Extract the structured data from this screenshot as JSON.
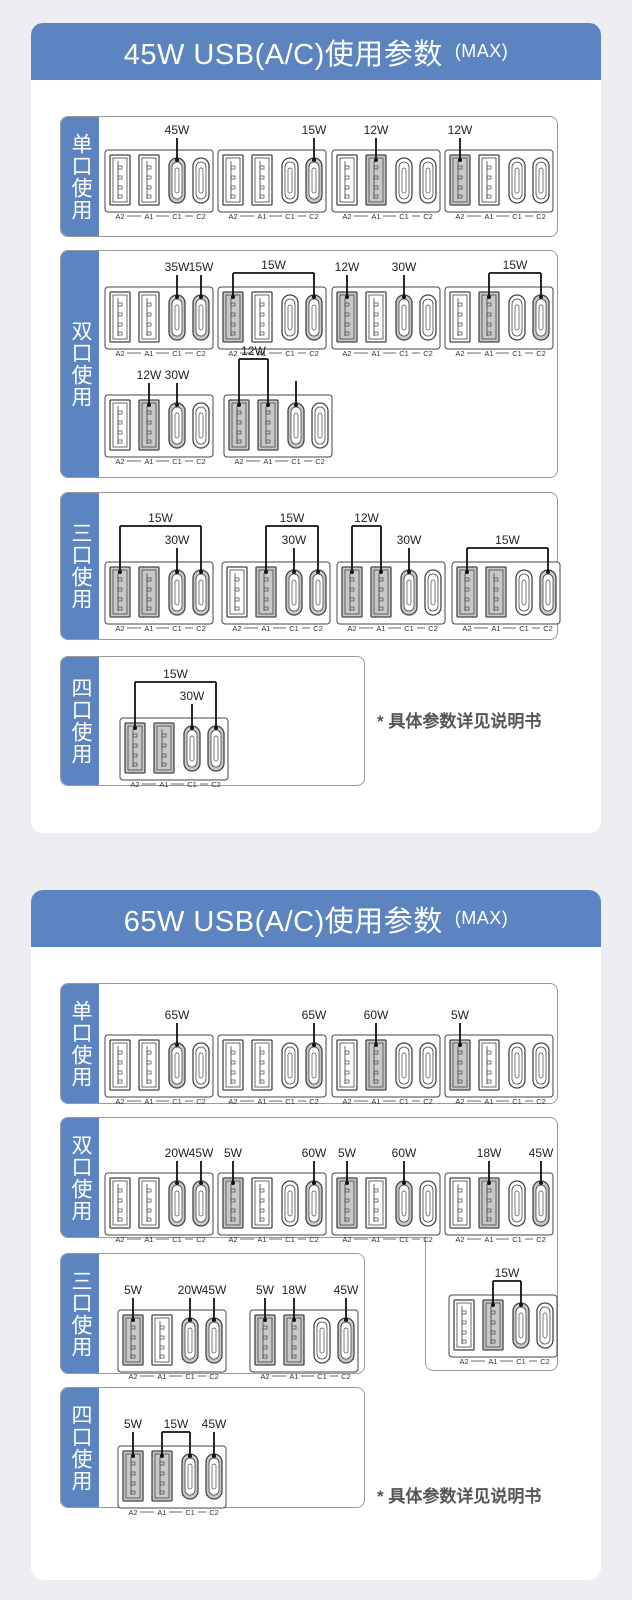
{
  "cards": [
    {
      "title": "45W USB(A/C)使用参数",
      "max": "(MAX)",
      "note": "* 具体参数详见说明书",
      "groups": [
        {
          "label": "单口使用"
        },
        {
          "label": "双口使用"
        },
        {
          "label": "三口使用"
        },
        {
          "label": "四口使用"
        }
      ]
    },
    {
      "title": "65W USB(A/C)使用参数",
      "max": "(MAX)",
      "note": "* 具体参数详见说明书",
      "groups": [
        {
          "label": "单口使用"
        },
        {
          "label": "双口使用"
        },
        {
          "label": "三口使用"
        },
        {
          "label": "四口使用"
        }
      ]
    }
  ],
  "port_labels": [
    "A2",
    "A1",
    "C1",
    "C2"
  ],
  "diagrams": [
    {
      "active": [
        "C1"
      ],
      "watts": [
        {
          "text": "45W",
          "ports": [
            "C1"
          ]
        }
      ]
    },
    {
      "active": [
        "C2"
      ],
      "watts": [
        {
          "text": "15W",
          "ports": [
            "C2"
          ]
        }
      ]
    },
    {
      "active": [
        "A1"
      ],
      "watts": [
        {
          "text": "12W",
          "ports": [
            "A1"
          ]
        }
      ]
    },
    {
      "active": [
        "A2"
      ],
      "watts": [
        {
          "text": "12W",
          "ports": [
            "A2"
          ]
        }
      ]
    },
    {
      "active": [
        "C1",
        "C2"
      ],
      "watts": [
        {
          "text": "35W",
          "ports": [
            "C1"
          ]
        },
        {
          "text": "15W",
          "ports": [
            "C2"
          ]
        }
      ]
    },
    {
      "active": [
        "A2",
        "C2"
      ],
      "watts": [
        {
          "text": "15W",
          "ports": [
            "A2",
            "C2"
          ]
        }
      ]
    },
    {
      "active": [
        "A2",
        "C1"
      ],
      "watts": [
        {
          "text": "12W",
          "ports": [
            "A2"
          ]
        },
        {
          "text": "30W",
          "ports": [
            "C1"
          ]
        }
      ]
    },
    {
      "active": [
        "A1",
        "C2"
      ],
      "watts": [
        {
          "text": "15W",
          "ports": [
            "A1",
            "C2"
          ]
        }
      ]
    },
    {
      "active": [
        "A1",
        "C1"
      ],
      "watts": [
        {
          "text": "12W",
          "ports": [
            "A1"
          ]
        },
        {
          "text": "30W",
          "ports": [
            "C1"
          ]
        }
      ]
    },
    {
      "active": [
        "A2",
        "A1",
        "C1"
      ],
      "watts": [
        {
          "text": "12W",
          "ports": [
            "A2",
            "A1"
          ]
        },
        {
          "text": "",
          "ports": [
            "C1"
          ]
        }
      ]
    },
    {
      "active": [
        "A2",
        "A1",
        "C1",
        "C2"
      ],
      "watts": [
        {
          "text": "15W",
          "ports": [
            "A2",
            "C2"
          ]
        },
        {
          "text": "30W",
          "ports": [
            "C1"
          ]
        }
      ]
    },
    {
      "active": [
        "A1",
        "C1",
        "C2"
      ],
      "watts": [
        {
          "text": "15W",
          "ports": [
            "A1",
            "C2"
          ]
        },
        {
          "text": "30W",
          "ports": [
            "C1"
          ]
        }
      ]
    },
    {
      "active": [
        "A2",
        "A1",
        "C1"
      ],
      "watts": [
        {
          "text": "12W",
          "ports": [
            "A2",
            "A1"
          ]
        },
        {
          "text": "30W",
          "ports": [
            "C1"
          ]
        }
      ]
    },
    {
      "active": [
        "A2",
        "A1",
        "C2"
      ],
      "watts": [
        {
          "text": "15W",
          "ports": [
            "A2",
            "C2"
          ]
        }
      ]
    },
    {
      "active": [
        "A2",
        "A1",
        "C1",
        "C2"
      ],
      "watts": [
        {
          "text": "15W",
          "ports": [
            "A2",
            "C2"
          ]
        },
        {
          "text": "30W",
          "ports": [
            "C1"
          ]
        }
      ]
    },
    {
      "active": [
        "C1"
      ],
      "watts": [
        {
          "text": "65W",
          "ports": [
            "C1"
          ]
        }
      ]
    },
    {
      "active": [
        "C2"
      ],
      "watts": [
        {
          "text": "65W",
          "ports": [
            "C2"
          ]
        }
      ]
    },
    {
      "active": [
        "A1"
      ],
      "watts": [
        {
          "text": "60W",
          "ports": [
            "A1"
          ]
        }
      ]
    },
    {
      "active": [
        "A2"
      ],
      "watts": [
        {
          "text": "5W",
          "ports": [
            "A2"
          ]
        }
      ]
    },
    {
      "active": [
        "C1",
        "C2"
      ],
      "watts": [
        {
          "text": "20W",
          "ports": [
            "C1"
          ]
        },
        {
          "text": "45W",
          "ports": [
            "C2"
          ]
        }
      ]
    },
    {
      "active": [
        "A2",
        "C2"
      ],
      "watts": [
        {
          "text": "5W",
          "ports": [
            "A2"
          ]
        },
        {
          "text": "60W",
          "ports": [
            "C2"
          ]
        }
      ]
    },
    {
      "active": [
        "A2",
        "C1"
      ],
      "watts": [
        {
          "text": "5W",
          "ports": [
            "A2"
          ]
        },
        {
          "text": "60W",
          "ports": [
            "C1"
          ]
        }
      ]
    },
    {
      "active": [
        "A1",
        "C2"
      ],
      "watts": [
        {
          "text": "18W",
          "ports": [
            "A1"
          ]
        },
        {
          "text": "45W",
          "ports": [
            "C2"
          ]
        }
      ]
    },
    {
      "active": [
        "A1",
        "C1"
      ],
      "watts": [
        {
          "text": "15W",
          "ports": [
            "A1",
            "C1"
          ]
        }
      ]
    },
    {
      "active": [
        "A2",
        "C1",
        "C2"
      ],
      "watts": [
        {
          "text": "5W",
          "ports": [
            "A2"
          ]
        },
        {
          "text": "20W",
          "ports": [
            "C1"
          ]
        },
        {
          "text": "45W",
          "ports": [
            "C2"
          ]
        }
      ]
    },
    {
      "active": [
        "A2",
        "A1",
        "C2"
      ],
      "watts": [
        {
          "text": "5W",
          "ports": [
            "A2"
          ]
        },
        {
          "text": "18W",
          "ports": [
            "A1"
          ]
        },
        {
          "text": "45W",
          "ports": [
            "C2"
          ]
        }
      ]
    },
    {
      "active": [
        "A2",
        "A1",
        "C1",
        "C2"
      ],
      "watts": [
        {
          "text": "5W",
          "ports": [
            "A2"
          ]
        },
        {
          "text": "15W",
          "ports": [
            "A1",
            "C1"
          ]
        },
        {
          "text": "45W",
          "ports": [
            "C2"
          ]
        }
      ]
    }
  ]
}
